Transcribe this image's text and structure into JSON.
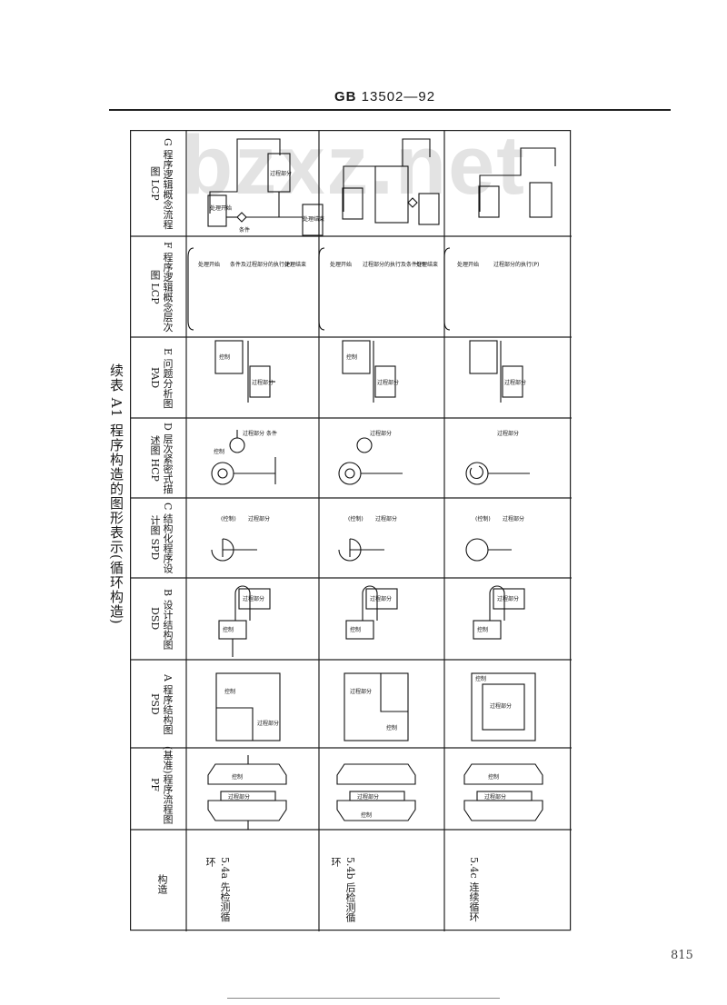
{
  "header": {
    "standard_prefix": "GB",
    "standard_number": "13502—92"
  },
  "caption": "续表 A1 程序构造的图形表示(循环构造)",
  "watermark": "bzxz.net",
  "page_number": "815",
  "columns": [
    "构造",
    "(基准)程序流程图 PF",
    "A 程序结构图 PSD",
    "B 设计结构图 DSD",
    "C 结构化程序设计图 SPD",
    "D 层次紧密式描述图 HCP",
    "E 问题分析图 PAD",
    "F 程序逻辑概念层次图 LCP",
    "G 程序逻辑概念流程图 LCP"
  ],
  "rows": [
    {
      "code": "5.4a",
      "name": "先检测循环"
    },
    {
      "code": "5.4b",
      "name": "后检测循环"
    },
    {
      "code": "5.4c",
      "name": "连续循环"
    }
  ],
  "labels": {
    "control": "控制",
    "process": "过程部分",
    "control_paren": "(控制)",
    "condition": "条件",
    "proc_start": "处理开始",
    "proc_end": "处理结束",
    "lcp_a": "条件及过程部分的执行(P)",
    "lcp_b": "过程部分的执行及条件(P)",
    "lcp_c": "过程部分的执行(P)"
  }
}
